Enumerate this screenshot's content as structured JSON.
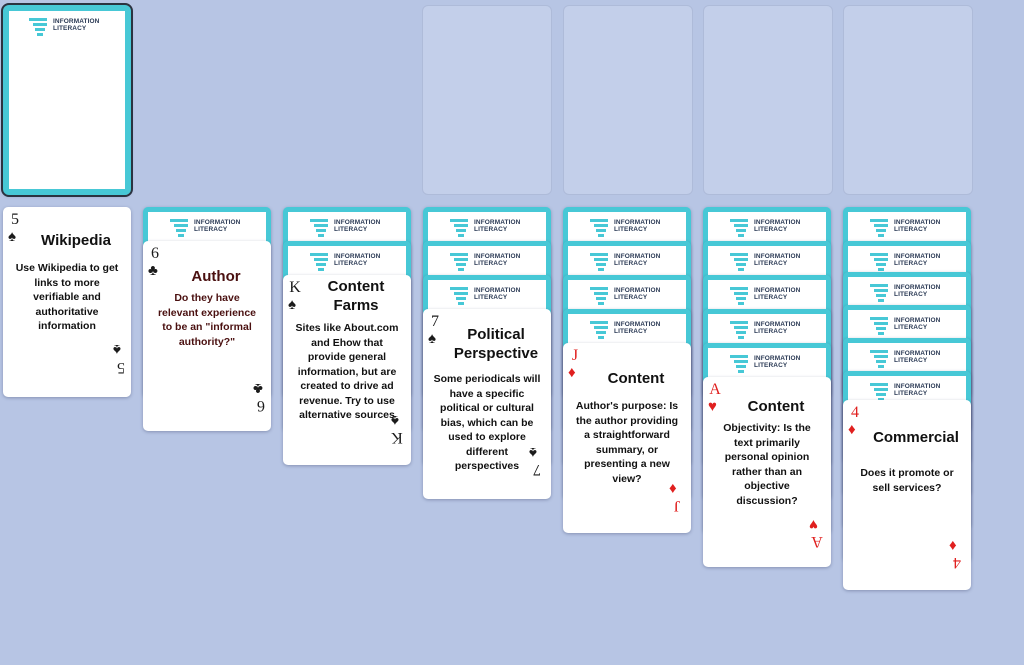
{
  "logo": {
    "line1": "INFORMATION",
    "line2": "LITERACY"
  },
  "colors": {
    "background": "#b7c5e4",
    "card_back_border": "#47c8d6",
    "red_suit": "#e0201f",
    "black_suit": "#1b1b1b"
  },
  "cards": {
    "wikipedia": {
      "rank": "5",
      "suit": "♠",
      "title": "Wikipedia",
      "text": "Use Wikipedia to get links to more verifiable and authoritative information"
    },
    "author": {
      "rank": "6",
      "suit": "♣",
      "title": "Author",
      "text": "Do they have relevant experience to be an \"informal authority?\""
    },
    "content_farms": {
      "rank": "K",
      "suit": "♠",
      "title": "Content Farms",
      "text": "Sites like About.com and Ehow that provide general information, but are created to drive ad revenue. Try to use alternative sources"
    },
    "political": {
      "rank": "7",
      "suit": "♠",
      "title": "Political Perspective",
      "text": "Some periodicals will have a specific political or cultural bias, which can be used to explore different perspectives"
    },
    "content_purpose": {
      "rank": "J",
      "suit": "♦",
      "title": "Content",
      "text": "Author's purpose: Is the author providing a straightforward summary, or presenting a new view?"
    },
    "content_objectivity": {
      "rank": "A",
      "suit": "♥",
      "title": "Content",
      "text": "Objectivity: Is the text primarily personal opinion rather than an objective discussion?"
    },
    "commercial": {
      "rank": "4",
      "suit": "♦",
      "title": "Commercial",
      "text": "Does it promote or sell services?"
    }
  }
}
